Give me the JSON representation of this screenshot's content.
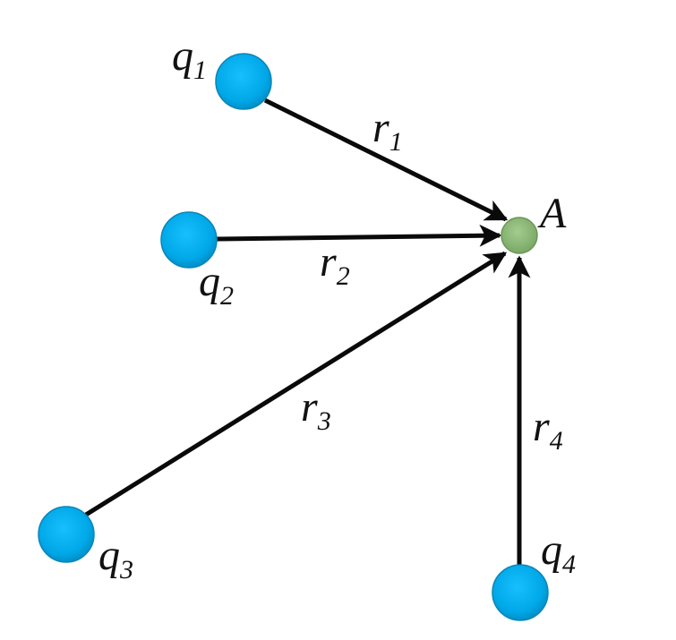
{
  "point": {
    "label": "A"
  },
  "charges": [
    {
      "id": "q1",
      "letter": "q",
      "sub": "1"
    },
    {
      "id": "q2",
      "letter": "q",
      "sub": "2"
    },
    {
      "id": "q3",
      "letter": "q",
      "sub": "3"
    },
    {
      "id": "q4",
      "letter": "q",
      "sub": "4"
    }
  ],
  "distances": [
    {
      "id": "r1",
      "letter": "r",
      "sub": "1"
    },
    {
      "id": "r2",
      "letter": "r",
      "sub": "2"
    },
    {
      "id": "r3",
      "letter": "r",
      "sub": "3"
    },
    {
      "id": "r4",
      "letter": "r",
      "sub": "4"
    }
  ],
  "colors": {
    "charge_fill": "#00aeef",
    "point_fill": "#93bf7f",
    "line": "#0a0a0a",
    "background": "#ffffff"
  }
}
